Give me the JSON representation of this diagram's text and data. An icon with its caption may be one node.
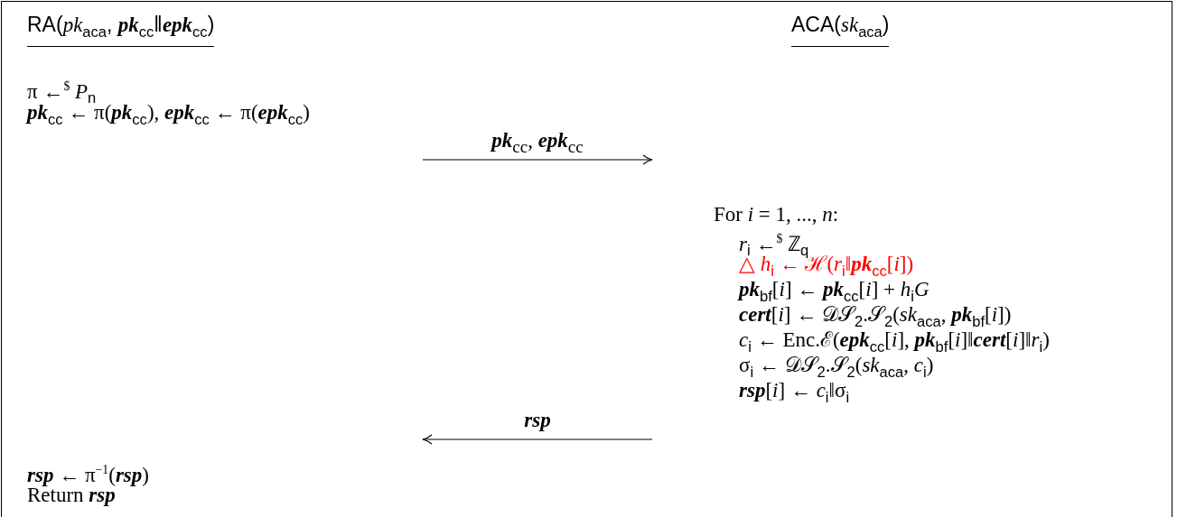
{
  "diagram": {
    "nodes": [
      {
        "text": [
          "RA(*pk*$_{aca}$, **pk**$_{cc}$‖**epk**$_{cc}$)",
          "π ←$^{$}$ *P*$_{n}$",
          "**pk**$_{cc}$ ← π(**pk**$_{cc}$), **epk**$_{cc}$ ← π(**epk**$_{cc}$)",
          "**rsp** ← π$^{−1}$(**rsp**)",
          "Return **rsp**"
        ]
      },
      {
        "text": [
          "ACA(*sk*$_{aca}$)",
          "For *i* = 1, ..., *n*:",
          "*r*$_{i}$ ←$^{$}$ ℤ$_{q}$",
          "△ *h*$_{i}$ ← ℋ(*r*$_{i}$‖**pk**$_{cc}$[*i*])",
          "**pk**$_{bf}$[*i*] ← **pk**$_{cc}$[*i*] + *h*$_{i}$*G*",
          "**cert**[*i*] ← 𝒟𝒮$_{2}$.𝒮$_{2}$(*sk*$_{aca}$, **pk**$_{bf}$[*i*])",
          "*c*$_{i}$ ← Enc.ℰ(**epk**$_{cc}$[*i*], **pk**$_{bf}$[*i*]‖**cert**[*i*]‖*r*$_{i}$)",
          "σ$_{i}$ ← 𝒟𝒮$_{2}$.𝒮$_{2}$(*sk*$_{aca}$, *c*$_{i}$)",
          "**rsp**[*i*] ← *c*$_{i}$‖σ$_{i}$"
        ]
      }
    ],
    "edges": [
      {
        "from": null,
        "to": 1,
        "arrow": "to",
        "label": "**pk**$_{cc}$, **epk**$_{cc}$"
      },
      {
        "from": 1,
        "to": null,
        "arrow": "to",
        "label": "rsp"
      }
    ]
  }
}
